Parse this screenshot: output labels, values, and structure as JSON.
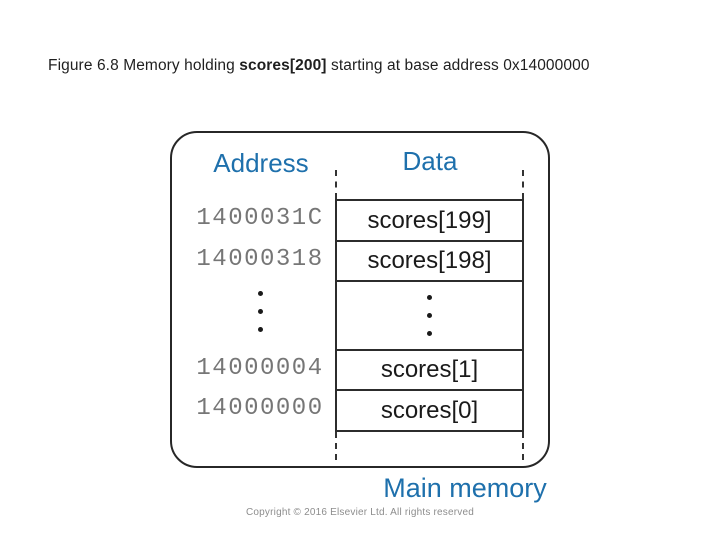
{
  "title": {
    "prefix": "Figure 6.8 Memory holding ",
    "emphasis": "scores[200]",
    "suffix": " starting at base address 0x14000000"
  },
  "figure": {
    "headers": {
      "address": "Address",
      "data": "Data"
    },
    "memory_rows": [
      {
        "address": "1400031C",
        "data": "scores[199]"
      },
      {
        "address": "14000318",
        "data": "scores[198]"
      },
      {
        "address": "⋮",
        "data": "⋮"
      },
      {
        "address": "14000004",
        "data": "scores[1]"
      },
      {
        "address": "14000000",
        "data": "scores[0]"
      }
    ],
    "caption": "Main memory"
  },
  "footer": {
    "copyright": "Copyright © 2016 Elsevier Ltd. All rights reserved"
  },
  "colors": {
    "accent_blue": "#1e70ac",
    "address_gray": "#767676",
    "border_dark": "#2c2c2c",
    "footer_gray": "#8d8d8d",
    "background": "#ffffff"
  }
}
